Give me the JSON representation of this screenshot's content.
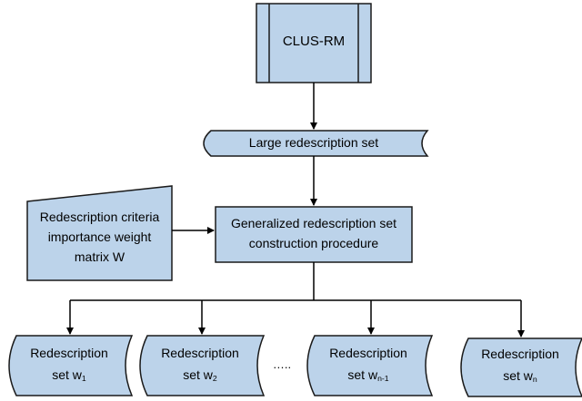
{
  "colors": {
    "fill": "#bcd3ea",
    "stroke": "#1a1a1a",
    "edge": "#000000"
  },
  "nodes": {
    "clus_rm": {
      "label": "CLUS-RM"
    },
    "large_set": {
      "label": "Large redescription set"
    },
    "criteria": {
      "line1": "Redescription criteria",
      "line2": "importance weight",
      "line3": "matrix W"
    },
    "procedure": {
      "line1": "Generalized redescription set",
      "line2": "construction procedure"
    },
    "outputs": [
      {
        "line1": "Redescription",
        "line2_prefix": "set w",
        "sub": "1"
      },
      {
        "line1": "Redescription",
        "line2_prefix": "set w",
        "sub": "2"
      },
      {
        "line1": "Redescription",
        "line2_prefix": "set w",
        "sub": "n-1"
      },
      {
        "line1": "Redescription",
        "line2_prefix": "set w",
        "sub": "n"
      }
    ],
    "ellipsis": "….."
  }
}
